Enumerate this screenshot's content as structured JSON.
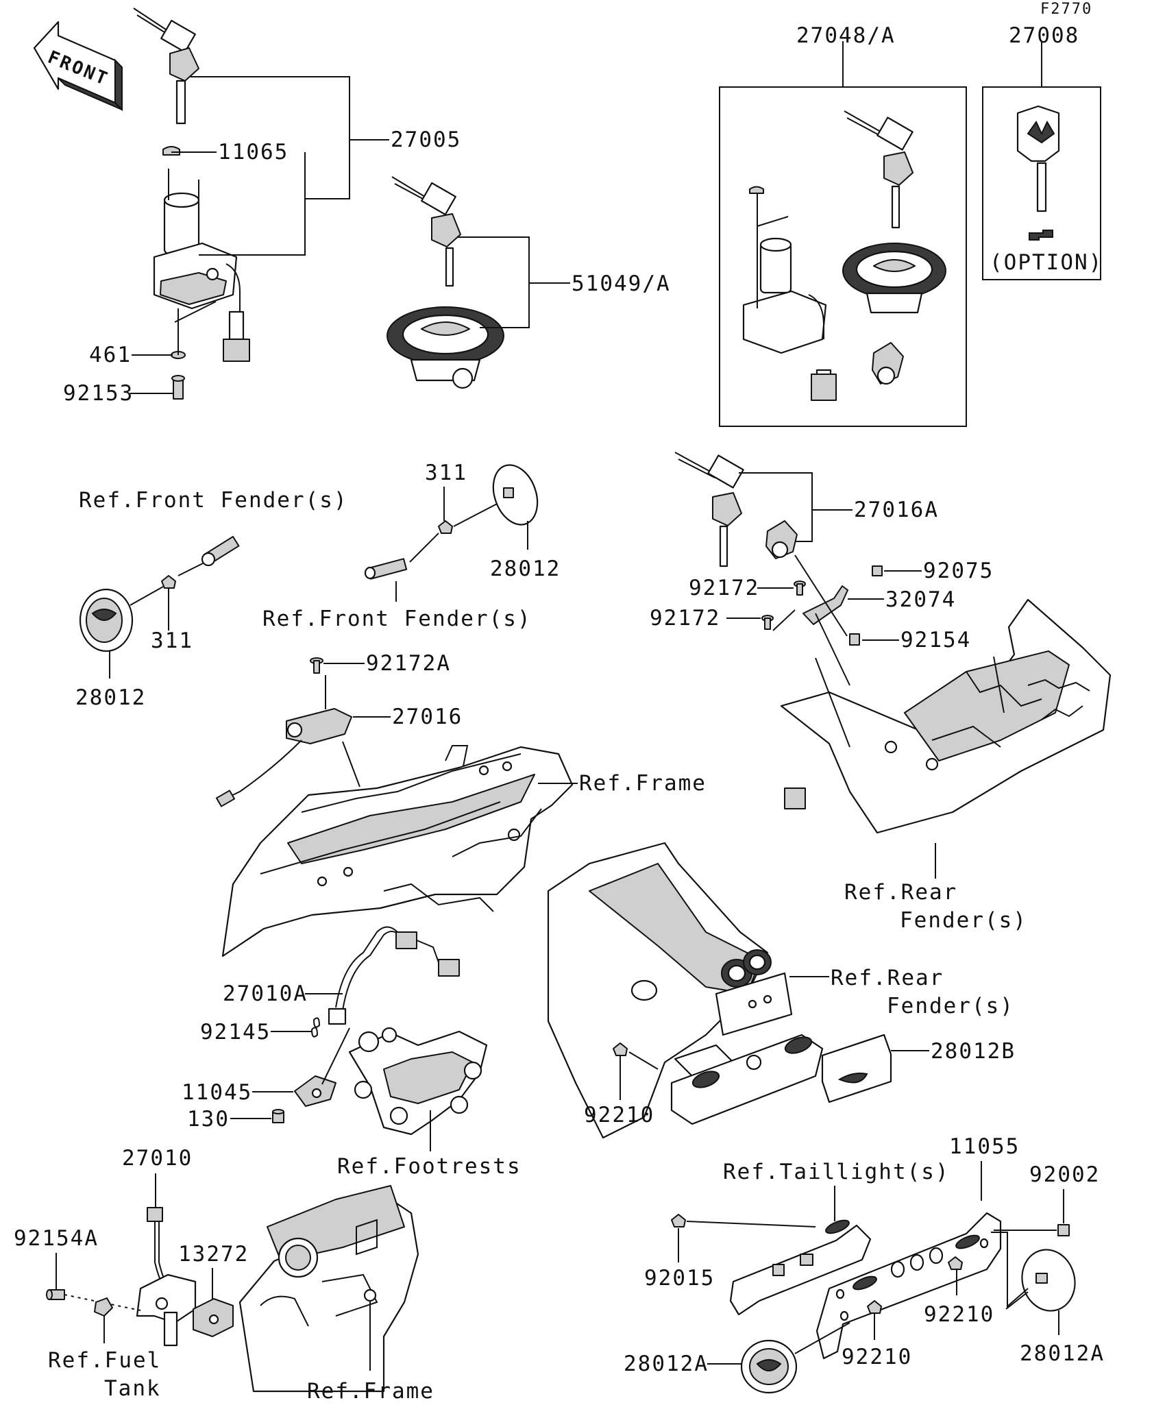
{
  "figure_code": "F2770",
  "front_arrow_label": "FRONT",
  "option_label": "(OPTION)",
  "labels": {
    "p27048a": "27048/A",
    "p27008": "27008",
    "p27005": "27005",
    "p11065": "11065",
    "p51049a": "51049/A",
    "p461": "461",
    "p92153": "92153",
    "ref_front_fender_1": "Ref.Front Fender(s)",
    "p311_top": "311",
    "p28012_top": "28012",
    "ref_front_fender_2": "Ref.Front Fender(s)",
    "p311_left": "311",
    "p28012_left": "28012",
    "p27016a": "27016A",
    "p92075": "92075",
    "p92172_a": "92172",
    "p32074": "32074",
    "p92172_b": "92172",
    "p92154": "92154",
    "p92172a": "92172A",
    "p27016": "27016",
    "ref_frame_1": "Ref.Frame",
    "ref_rear_fender_1a": "Ref.Rear",
    "ref_rear_fender_1b": "Fender(s)",
    "ref_rear_fender_2a": "Ref.Rear",
    "ref_rear_fender_2b": "Fender(s)",
    "p27010a": "27010A",
    "p92145": "92145",
    "p28012b": "28012B",
    "p11045": "11045",
    "p130": "130",
    "p92210_mid": "92210",
    "ref_footrests": "Ref.Footrests",
    "p27010": "27010",
    "p11055": "11055",
    "ref_taillight": "Ref.Taillight(s)",
    "p92002": "92002",
    "p92154a": "92154A",
    "p13272": "13272",
    "p92015": "92015",
    "p92210_right": "92210",
    "ref_fuel_tank_a": "Ref.Fuel",
    "ref_fuel_tank_b": "Tank",
    "p28012a_left": "28012A",
    "p92210_bottom": "92210",
    "p28012a_right": "28012A",
    "ref_frame_2": "Ref.Frame"
  }
}
